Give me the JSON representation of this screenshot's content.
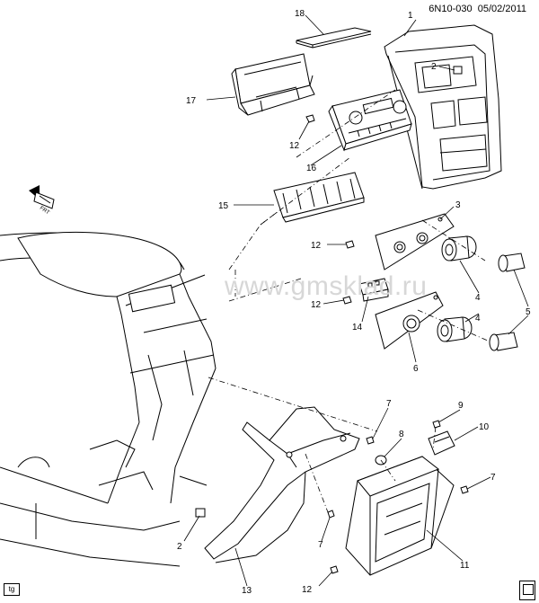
{
  "header": {
    "code": "6N10-030",
    "date": "05/02/2011"
  },
  "watermark": "www.gmsklad.ru",
  "front_indicator": "FRT",
  "corner_tag": "tg",
  "callouts": {
    "c1": "1",
    "c2a": "2",
    "c3": "3",
    "c4a": "4",
    "c4b": "4",
    "c5": "5",
    "c6": "6",
    "c7a": "7",
    "c7b": "7",
    "c7c": "7",
    "c8": "8",
    "c9": "9",
    "c10": "10",
    "c11": "11",
    "c12a": "12",
    "c12b": "12",
    "c12c": "12",
    "c12d": "12",
    "c13": "13",
    "c14": "14",
    "c15": "15",
    "c16": "16",
    "c17": "17",
    "c18": "18",
    "c2b": "2"
  }
}
